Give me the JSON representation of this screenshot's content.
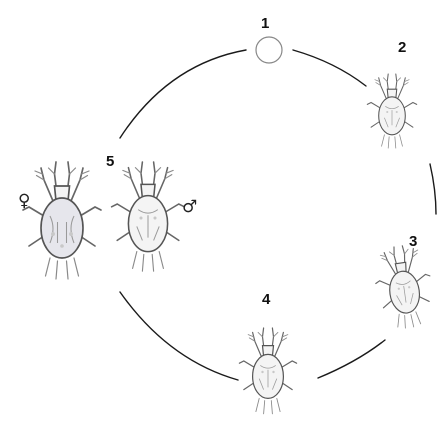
{
  "stages": [
    {
      "number": "1",
      "icon": "egg-icon"
    },
    {
      "number": "2",
      "icon": "larva-mite-icon"
    },
    {
      "number": "3",
      "icon": "protonymph-mite-icon"
    },
    {
      "number": "4",
      "icon": "deutonymph-mite-icon"
    },
    {
      "number": "5",
      "icon": "adult-mites-icon"
    }
  ],
  "symbols": {
    "female": "♀",
    "male": "♂"
  },
  "colors": {
    "line": "#1a1a1a",
    "outline": "#555555",
    "female_shading": "#e6e6ec"
  }
}
